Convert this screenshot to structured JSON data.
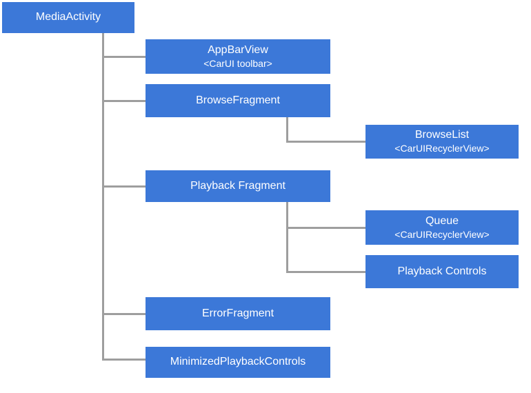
{
  "diagram": {
    "type": "tree",
    "nodes": {
      "media_activity": {
        "label": "MediaActivity"
      },
      "app_bar_view": {
        "label": "AppBarView",
        "sublabel": "<CarUI toolbar>"
      },
      "browse_fragment": {
        "label": "BrowseFragment"
      },
      "browse_list": {
        "label": "BrowseList",
        "sublabel": "<CarUIRecyclerView>"
      },
      "playback_fragment": {
        "label": "Playback Fragment"
      },
      "queue": {
        "label": "Queue",
        "sublabel": "<CarUIRecyclerView>"
      },
      "playback_controls": {
        "label": "Playback Controls"
      },
      "error_fragment": {
        "label": "ErrorFragment"
      },
      "minimized_playback_controls": {
        "label": "MinimizedPlaybackControls"
      }
    },
    "edges": [
      {
        "from": "MediaActivity",
        "to": "AppBarView"
      },
      {
        "from": "MediaActivity",
        "to": "BrowseFragment"
      },
      {
        "from": "MediaActivity",
        "to": "Playback Fragment"
      },
      {
        "from": "MediaActivity",
        "to": "ErrorFragment"
      },
      {
        "from": "MediaActivity",
        "to": "MinimizedPlaybackControls"
      },
      {
        "from": "BrowseFragment",
        "to": "BrowseList"
      },
      {
        "from": "Playback Fragment",
        "to": "Queue"
      },
      {
        "from": "Playback Fragment",
        "to": "Playback Controls"
      }
    ],
    "colors": {
      "node_fill": "#3c78d8",
      "node_text": "#ffffff",
      "connector": "#9e9e9e",
      "background": "#ffffff"
    }
  }
}
